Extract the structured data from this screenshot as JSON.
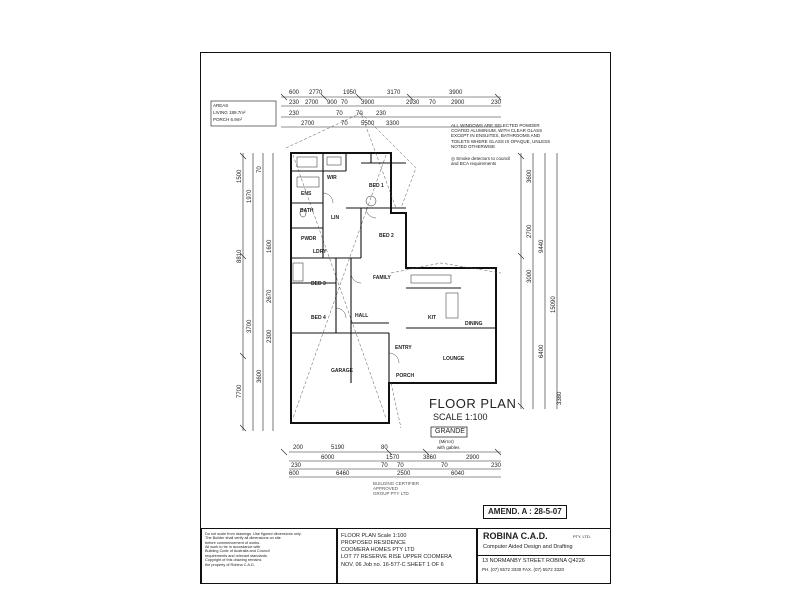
{
  "area_box": {
    "heading": "AREAS",
    "living": "LIVING 189.7m²",
    "porch": "PORCH 6.9m²"
  },
  "notes": {
    "windows": [
      "ALL WINDOWS ARE SELECTED POWDER",
      "COATED ALUMINIUM, WITH CLEAR GLASS",
      "EXCEPT IN ENSUITES, BATHROOMS AND",
      "TOILETS WHERE GLASS IS OPAQUE, UNLESS",
      "NOTED OTHERWISE"
    ],
    "smoke": [
      "◎ Smoke detectors to council",
      "and BCA requirements"
    ]
  },
  "top_dims": {
    "row1": [
      "600",
      "2770",
      "1950",
      "3170",
      "3900"
    ],
    "row2": [
      "230",
      "2700",
      "900",
      "70",
      "3900",
      "2930",
      "70",
      "2900",
      "230"
    ],
    "row3": [
      "230",
      "70",
      "70",
      "230"
    ],
    "row4": [
      "2700",
      "70",
      "5500",
      "3300"
    ]
  },
  "bottom_dims": {
    "row1": [
      "200",
      "5190",
      "80"
    ],
    "row2": [
      "6000",
      "1570",
      "3860",
      "2900"
    ],
    "row3": [
      "230",
      "70",
      "70",
      "70",
      "230"
    ],
    "row4": [
      "600",
      "6460",
      "2500",
      "6040"
    ]
  },
  "left_dims": [
    "1500",
    "7700",
    "3700",
    "1970",
    "70",
    "3600",
    "8810",
    "2670",
    "2300",
    "1600"
  ],
  "right_dims": [
    "3600",
    "2700",
    "3000",
    "6400",
    "15090",
    "9440",
    "3380"
  ],
  "rooms": {
    "wir": "WIR",
    "bed1": "BED 1",
    "bed2": "BED 2",
    "bath": "BATH",
    "ens": "ENS",
    "lin": "LIN",
    "pwdr": "PWDR",
    "lndry": "LDRY",
    "bed3": "BED 3",
    "bed4": "BED 4",
    "family": "FAMILY",
    "hall": "HALL",
    "kit": "KIT",
    "dining": "DINING",
    "lounge": "LOUNGE",
    "entry": "ENTRY",
    "porch": "PORCH",
    "garage": "GARAGE"
  },
  "floor_plan": {
    "title": "FLOOR PLAN",
    "scale": "SCALE 1:100",
    "model": "GRANDE",
    "variant": "(Mirror)",
    "variant2": "with gables"
  },
  "amend": "AMEND. A : 28-5-07",
  "title_block": {
    "left_notes": [
      "Do not scale from drawings. Use figured dimensions only.",
      "The Builder shall verify all dimensions on site",
      "before commencement of works.",
      "All work to be in accordance with",
      "Building Code of Australia and Council",
      "requirements and relevant standards.",
      "Copyright of this drawing remains",
      "the property of Robina C.A.D."
    ],
    "project_line1": "FLOOR PLAN   Scale 1:100",
    "project_line2": "PROPOSED RESIDENCE",
    "project_line3": "COOMERA HOMES PTY LTD",
    "project_line4": "LOT 77 RESERVE RISE  UPPER COOMERA",
    "project_line5": "NOV. 06   Job no. 16-577-C   SHEET 1 OF 6",
    "company_name": "ROBINA C.A.D.",
    "company_suffix": "PTY. LTD.",
    "company_tagline": "Computer Aided Design and Drafting",
    "company_address": "13 NORMANBY STREET ROBINA Q4226",
    "company_phone": "PH. (07) 5572 3330  FAX. (07) 5572 3320"
  },
  "stamp": [
    "BUILDING CERTIFIER",
    "APPROVED",
    "GROUP PTY LTD"
  ]
}
